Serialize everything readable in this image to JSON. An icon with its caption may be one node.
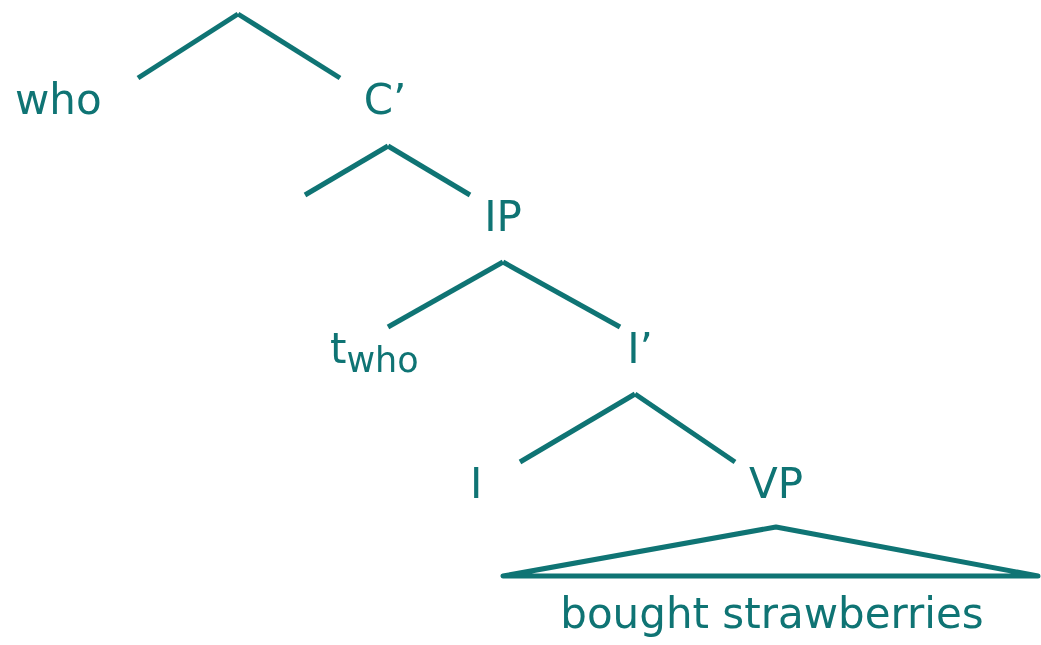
{
  "diagram": {
    "nodes": [
      {
        "text": [
          "who"
        ]
      },
      {
        "text": [
          "C’"
        ]
      },
      {
        "text": [
          "IP"
        ]
      },
      {
        "text": [
          "t$_{who}$"
        ]
      },
      {
        "text": [
          "I’"
        ]
      },
      {
        "text": [
          "I"
        ]
      },
      {
        "text": [
          "VP"
        ]
      },
      {
        "text": [],
        "shape": "triangle"
      },
      {
        "text": [
          "bought strawberries"
        ]
      }
    ],
    "edges": [
      {
        "from": null,
        "to": 0,
        "arrow": "none"
      },
      {
        "from": null,
        "to": 1,
        "arrow": "none"
      },
      {
        "from": 1,
        "to": null,
        "arrow": "none"
      },
      {
        "from": 1,
        "to": 2,
        "arrow": "none"
      },
      {
        "from": 2,
        "to": 3,
        "arrow": "none"
      },
      {
        "from": 2,
        "to": 4,
        "arrow": "none"
      },
      {
        "from": 4,
        "to": 5,
        "arrow": "none"
      },
      {
        "from": 4,
        "to": 6,
        "arrow": "none"
      }
    ]
  }
}
